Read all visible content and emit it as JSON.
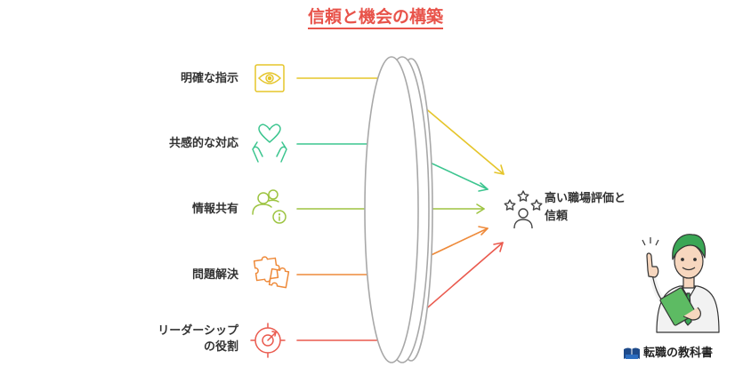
{
  "title": "信頼と機会の構築",
  "inputs": [
    {
      "label_lines": [
        "明確な指示"
      ],
      "icon": "eye-icon",
      "color": "#e5c52a"
    },
    {
      "label_lines": [
        "共感的な対応"
      ],
      "icon": "heart-hands-icon",
      "color": "#3cc58f"
    },
    {
      "label_lines": [
        "情報共有"
      ],
      "icon": "people-info-icon",
      "color": "#9dc441"
    },
    {
      "label_lines": [
        "問題解決"
      ],
      "icon": "puzzle-icon",
      "color": "#ee8a3a"
    },
    {
      "label_lines": [
        "リーダーシップ",
        "の役割"
      ],
      "icon": "target-icon",
      "color": "#ea5a4e"
    }
  ],
  "output": {
    "label_lines": [
      "高い職場評価と",
      "信頼"
    ],
    "icon": "person-stars-icon"
  },
  "brand": {
    "text": "転職の教科書",
    "icon": "book-icon"
  },
  "colors": {
    "title": "#e8534a",
    "lens": "#a8a8a8"
  }
}
